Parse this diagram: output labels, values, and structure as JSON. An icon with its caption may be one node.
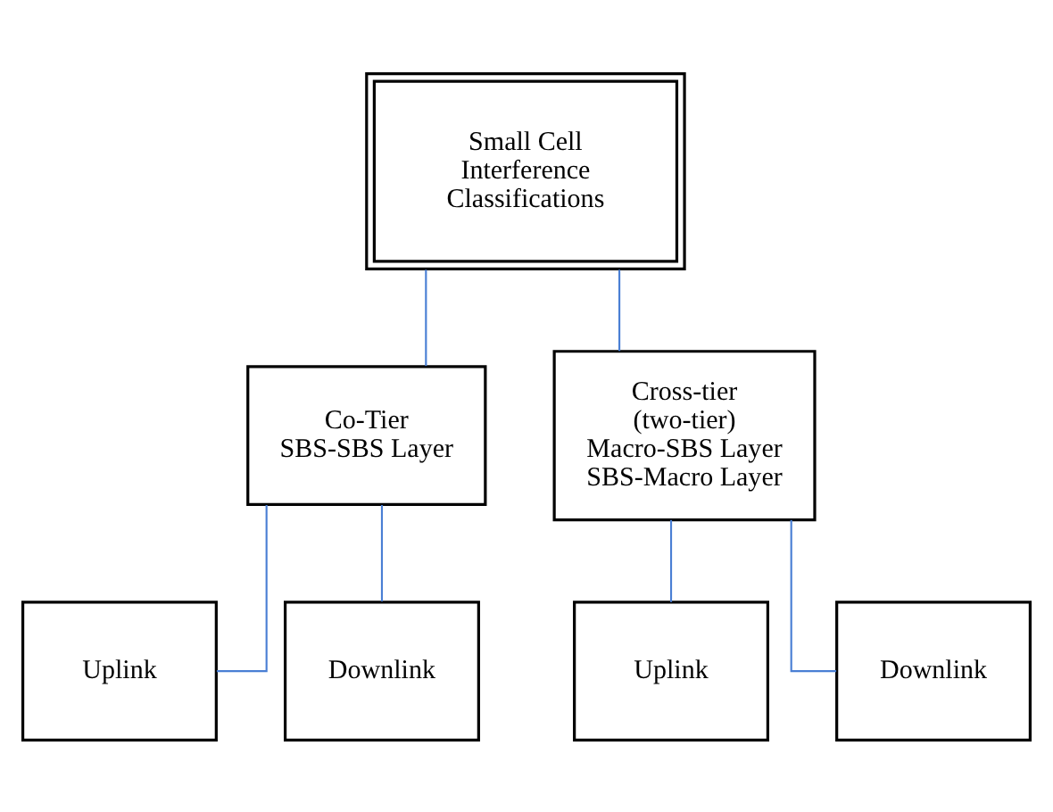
{
  "diagram": {
    "nodes": [
      {
        "text": [
          "Small Cell Interference Classifications"
        ]
      },
      {
        "text": [
          "Co-Tier",
          "SBS-SBS Layer"
        ]
      },
      {
        "text": [
          "Cross-tier (two-tier)",
          "Macro-SBS Layer",
          "SBS-Macro Layer"
        ]
      },
      {
        "text": [
          "Uplink"
        ]
      },
      {
        "text": [
          "Downlink"
        ]
      },
      {
        "text": [
          "Uplink"
        ]
      },
      {
        "text": [
          "Downlink"
        ]
      }
    ],
    "edges": [
      {
        "from": 0,
        "to": 1,
        "arrow": "none"
      },
      {
        "from": 0,
        "to": 2,
        "arrow": "none"
      },
      {
        "from": 1,
        "to": 3,
        "arrow": "none"
      },
      {
        "from": 1,
        "to": 4,
        "arrow": "none"
      },
      {
        "from": 2,
        "to": 5,
        "arrow": "none"
      },
      {
        "from": 2,
        "to": 6,
        "arrow": "none"
      }
    ]
  }
}
